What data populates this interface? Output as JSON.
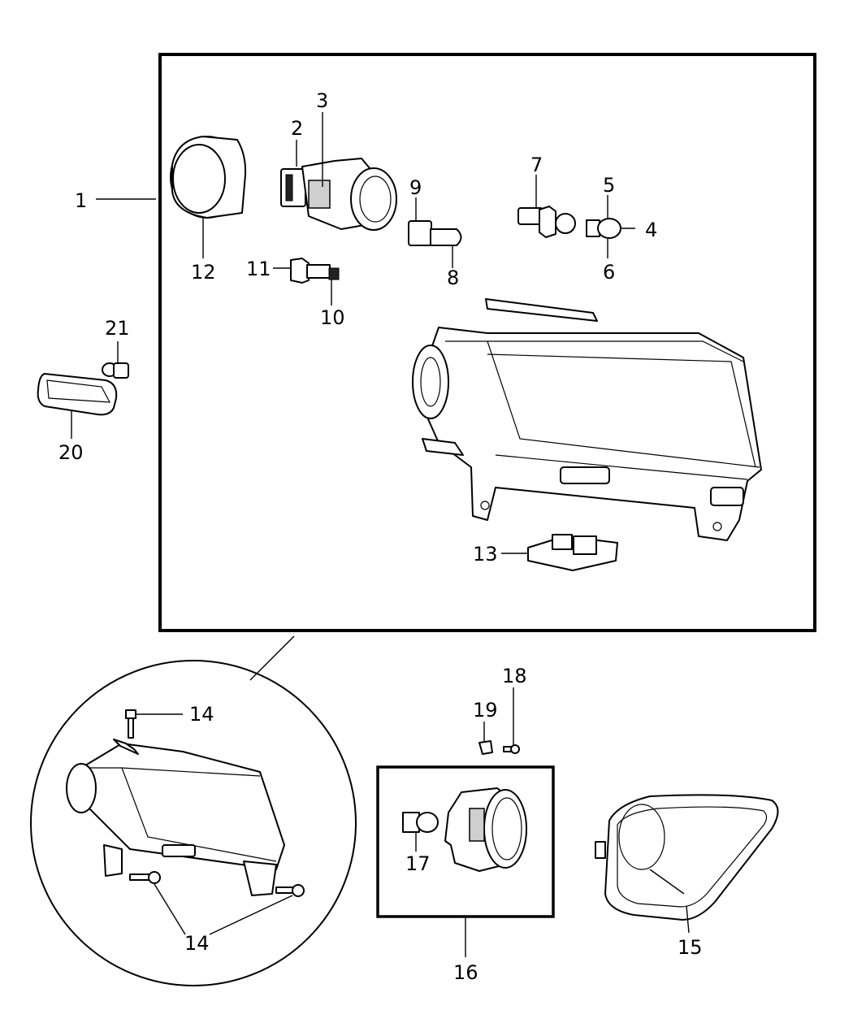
{
  "callouts": {
    "c1": "1",
    "c2": "2",
    "c3": "3",
    "c4": "4",
    "c5": "5",
    "c6": "6",
    "c7": "7",
    "c8": "8",
    "c9": "9",
    "c10": "10",
    "c11": "11",
    "c12": "12",
    "c13": "13",
    "c14a": "14",
    "c14b": "14",
    "c15": "15",
    "c16": "16",
    "c17": "17",
    "c18": "18",
    "c19": "19",
    "c20": "20",
    "c21": "21"
  }
}
